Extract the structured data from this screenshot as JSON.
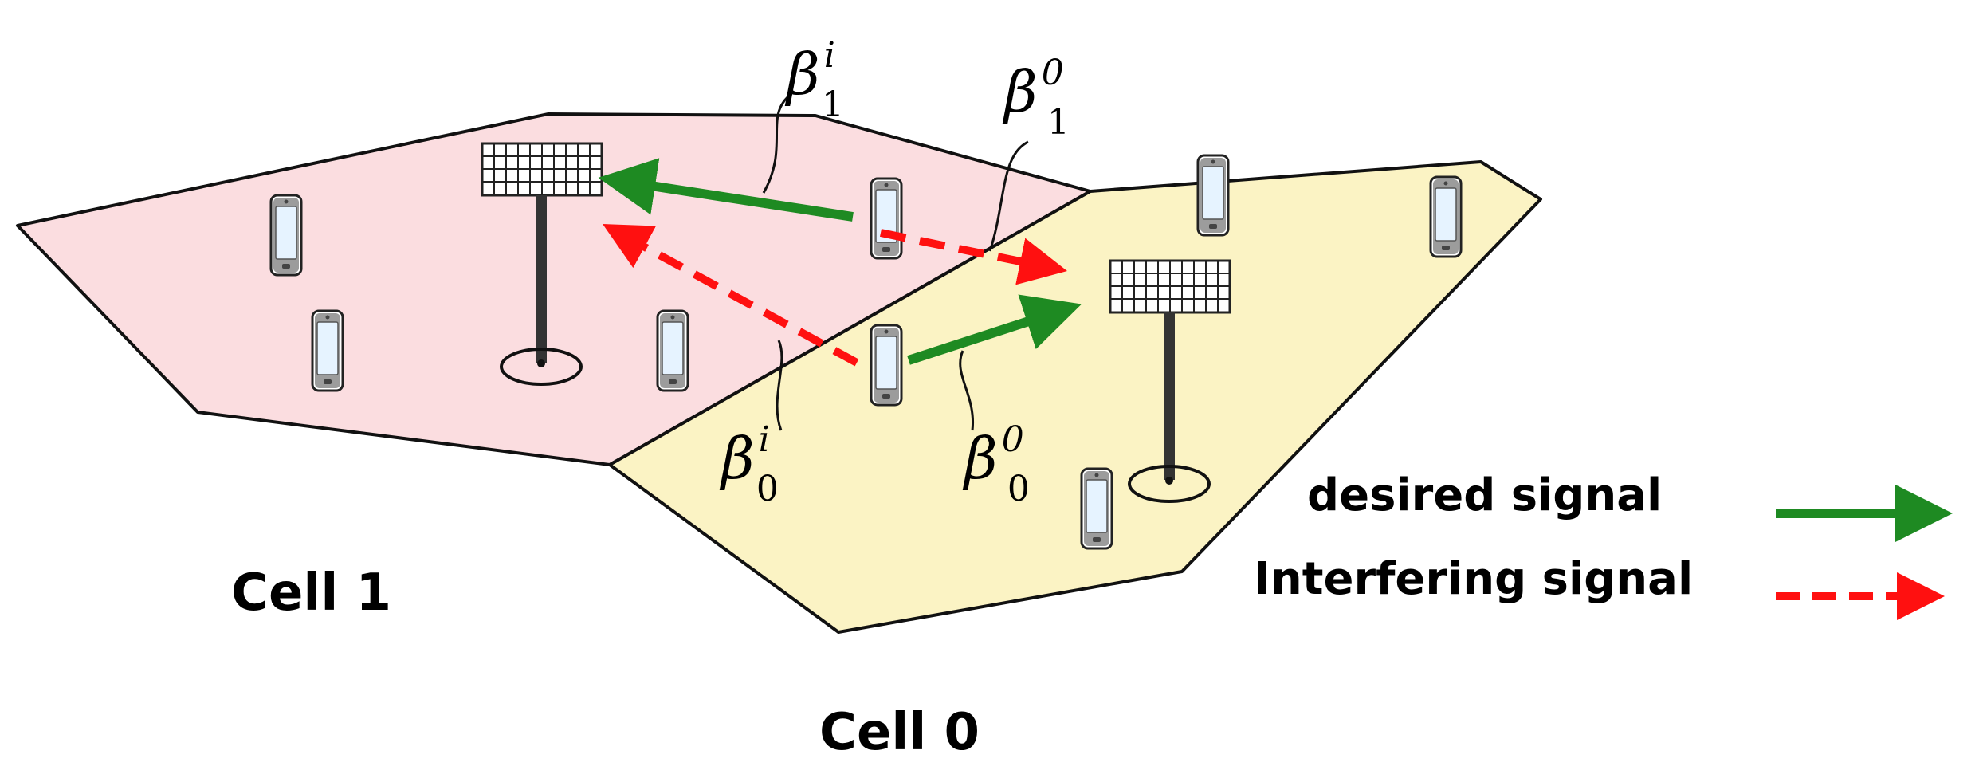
{
  "cells": {
    "cell1_label": "Cell 1",
    "cell0_label": "Cell 0",
    "cell1_color": "#fbdde0",
    "cell0_color": "#fbf3c4"
  },
  "legend": {
    "desired_label": "desired signal",
    "interfering_label": "Interfering signal",
    "desired_color": "#1e8a22",
    "interfering_color": "#ff1010"
  },
  "betas": [
    {
      "symbol": "β",
      "sup": "i",
      "sub": "1"
    },
    {
      "symbol": "β",
      "sup": "0",
      "sub": "1"
    },
    {
      "symbol": "β",
      "sup": "i",
      "sub": "0"
    },
    {
      "symbol": "β",
      "sup": "0",
      "sub": "0"
    }
  ],
  "icons": {
    "base_station": "base-station-icon",
    "phone": "mobile-phone-icon"
  }
}
